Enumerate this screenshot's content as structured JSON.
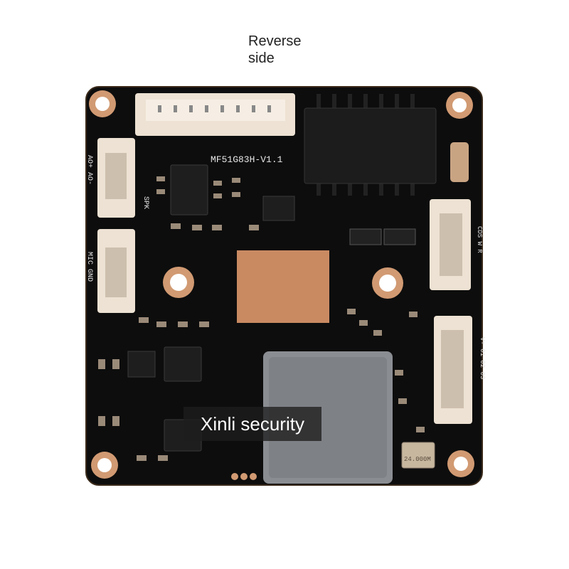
{
  "caption": {
    "line1": "Reverse",
    "line2": "side"
  },
  "board": {
    "silkscreen_part": "MF51G83H-V1.1",
    "label_ao": "AO+ AO-",
    "label_spk": "SPK",
    "label_mic": "MIC GND",
    "label_right_top": "CDS W R",
    "label_right_bottom": "V+ 01 02 03",
    "crystal": "24.000M",
    "colors": {
      "pcb": "#0d0d0d",
      "copper": "#d19a72",
      "heatsink": "#8a8d92",
      "connector": "#ede2d3"
    }
  },
  "watermark": {
    "text": "Xinli security"
  }
}
